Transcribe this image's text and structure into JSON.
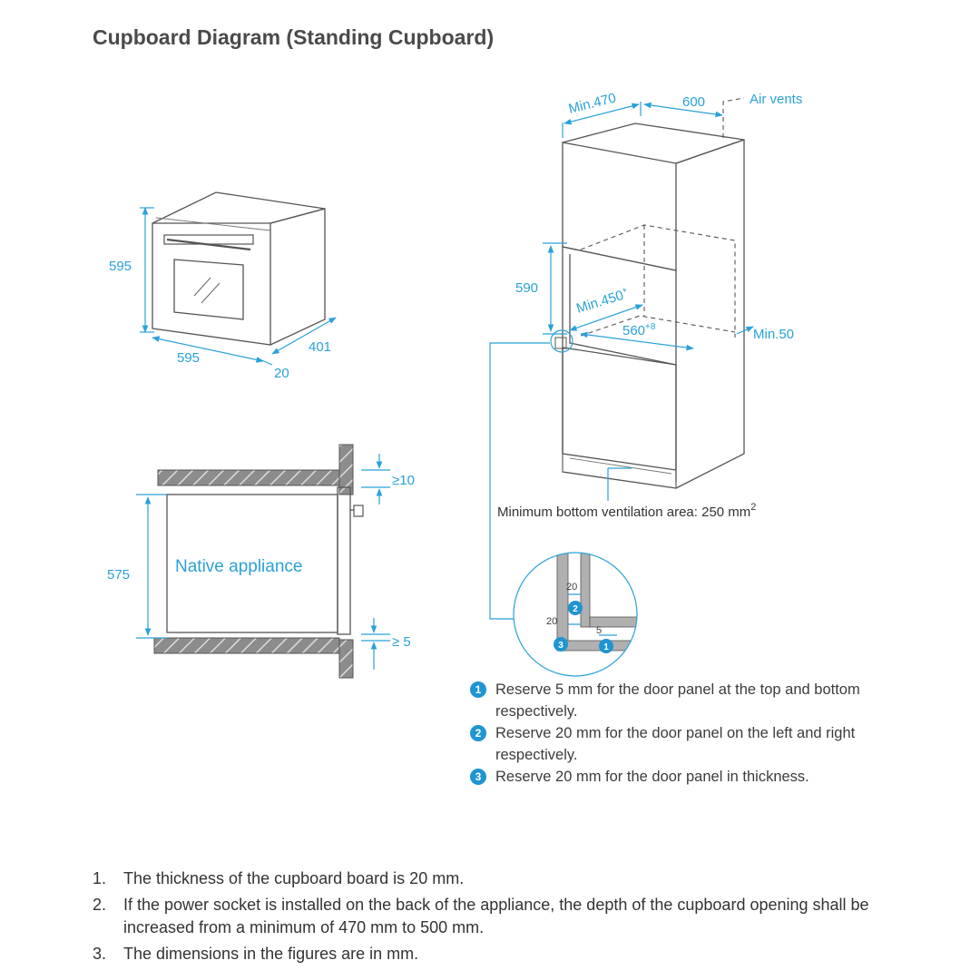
{
  "title": "Cupboard Diagram (Standing Cupboard)",
  "oven": {
    "height": "595",
    "width": "595",
    "depth": "401",
    "panel": "20"
  },
  "section": {
    "top_gap": "≥10",
    "bottom_gap": "≥ 5",
    "height": "575",
    "appliance_label": "Native appliance"
  },
  "cabinet": {
    "min_depth": "Min.470",
    "width": "600",
    "air_vents": "Air vents",
    "opening_height": "590",
    "min_450": "Min.450",
    "min_450_sup": "+",
    "opening_width": "560",
    "opening_width_sup": "+8",
    "min_50": "Min.50",
    "ventilation": "Minimum bottom ventilation area: 250 mm",
    "ventilation_sup": "2"
  },
  "detail": {
    "dim_a": "20",
    "dim_b": "20",
    "dim_c": "5",
    "badge_1": "1",
    "badge_2": "2",
    "badge_3": "3"
  },
  "legend": [
    {
      "num": "1",
      "text": "Reserve 5 mm for the door panel at the top and bottom respectively."
    },
    {
      "num": "2",
      "text": "Reserve 20 mm for the door panel on the left and right respectively."
    },
    {
      "num": "3",
      "text": "Reserve 20 mm for the door panel in thickness."
    }
  ],
  "notes": [
    {
      "num": "1.",
      "text": "The thickness of the cupboard board is 20 mm."
    },
    {
      "num": "2.",
      "text": "If the power socket is installed on the back of the appliance, the depth of the cupboard opening shall be increased from a minimum of 470 mm to 500 mm."
    },
    {
      "num": "3.",
      "text": "The dimensions in the figures are in mm."
    }
  ],
  "colors": {
    "accent": "#2aa1d8",
    "badge": "#1f95d1",
    "text": "#3c3c3c"
  }
}
